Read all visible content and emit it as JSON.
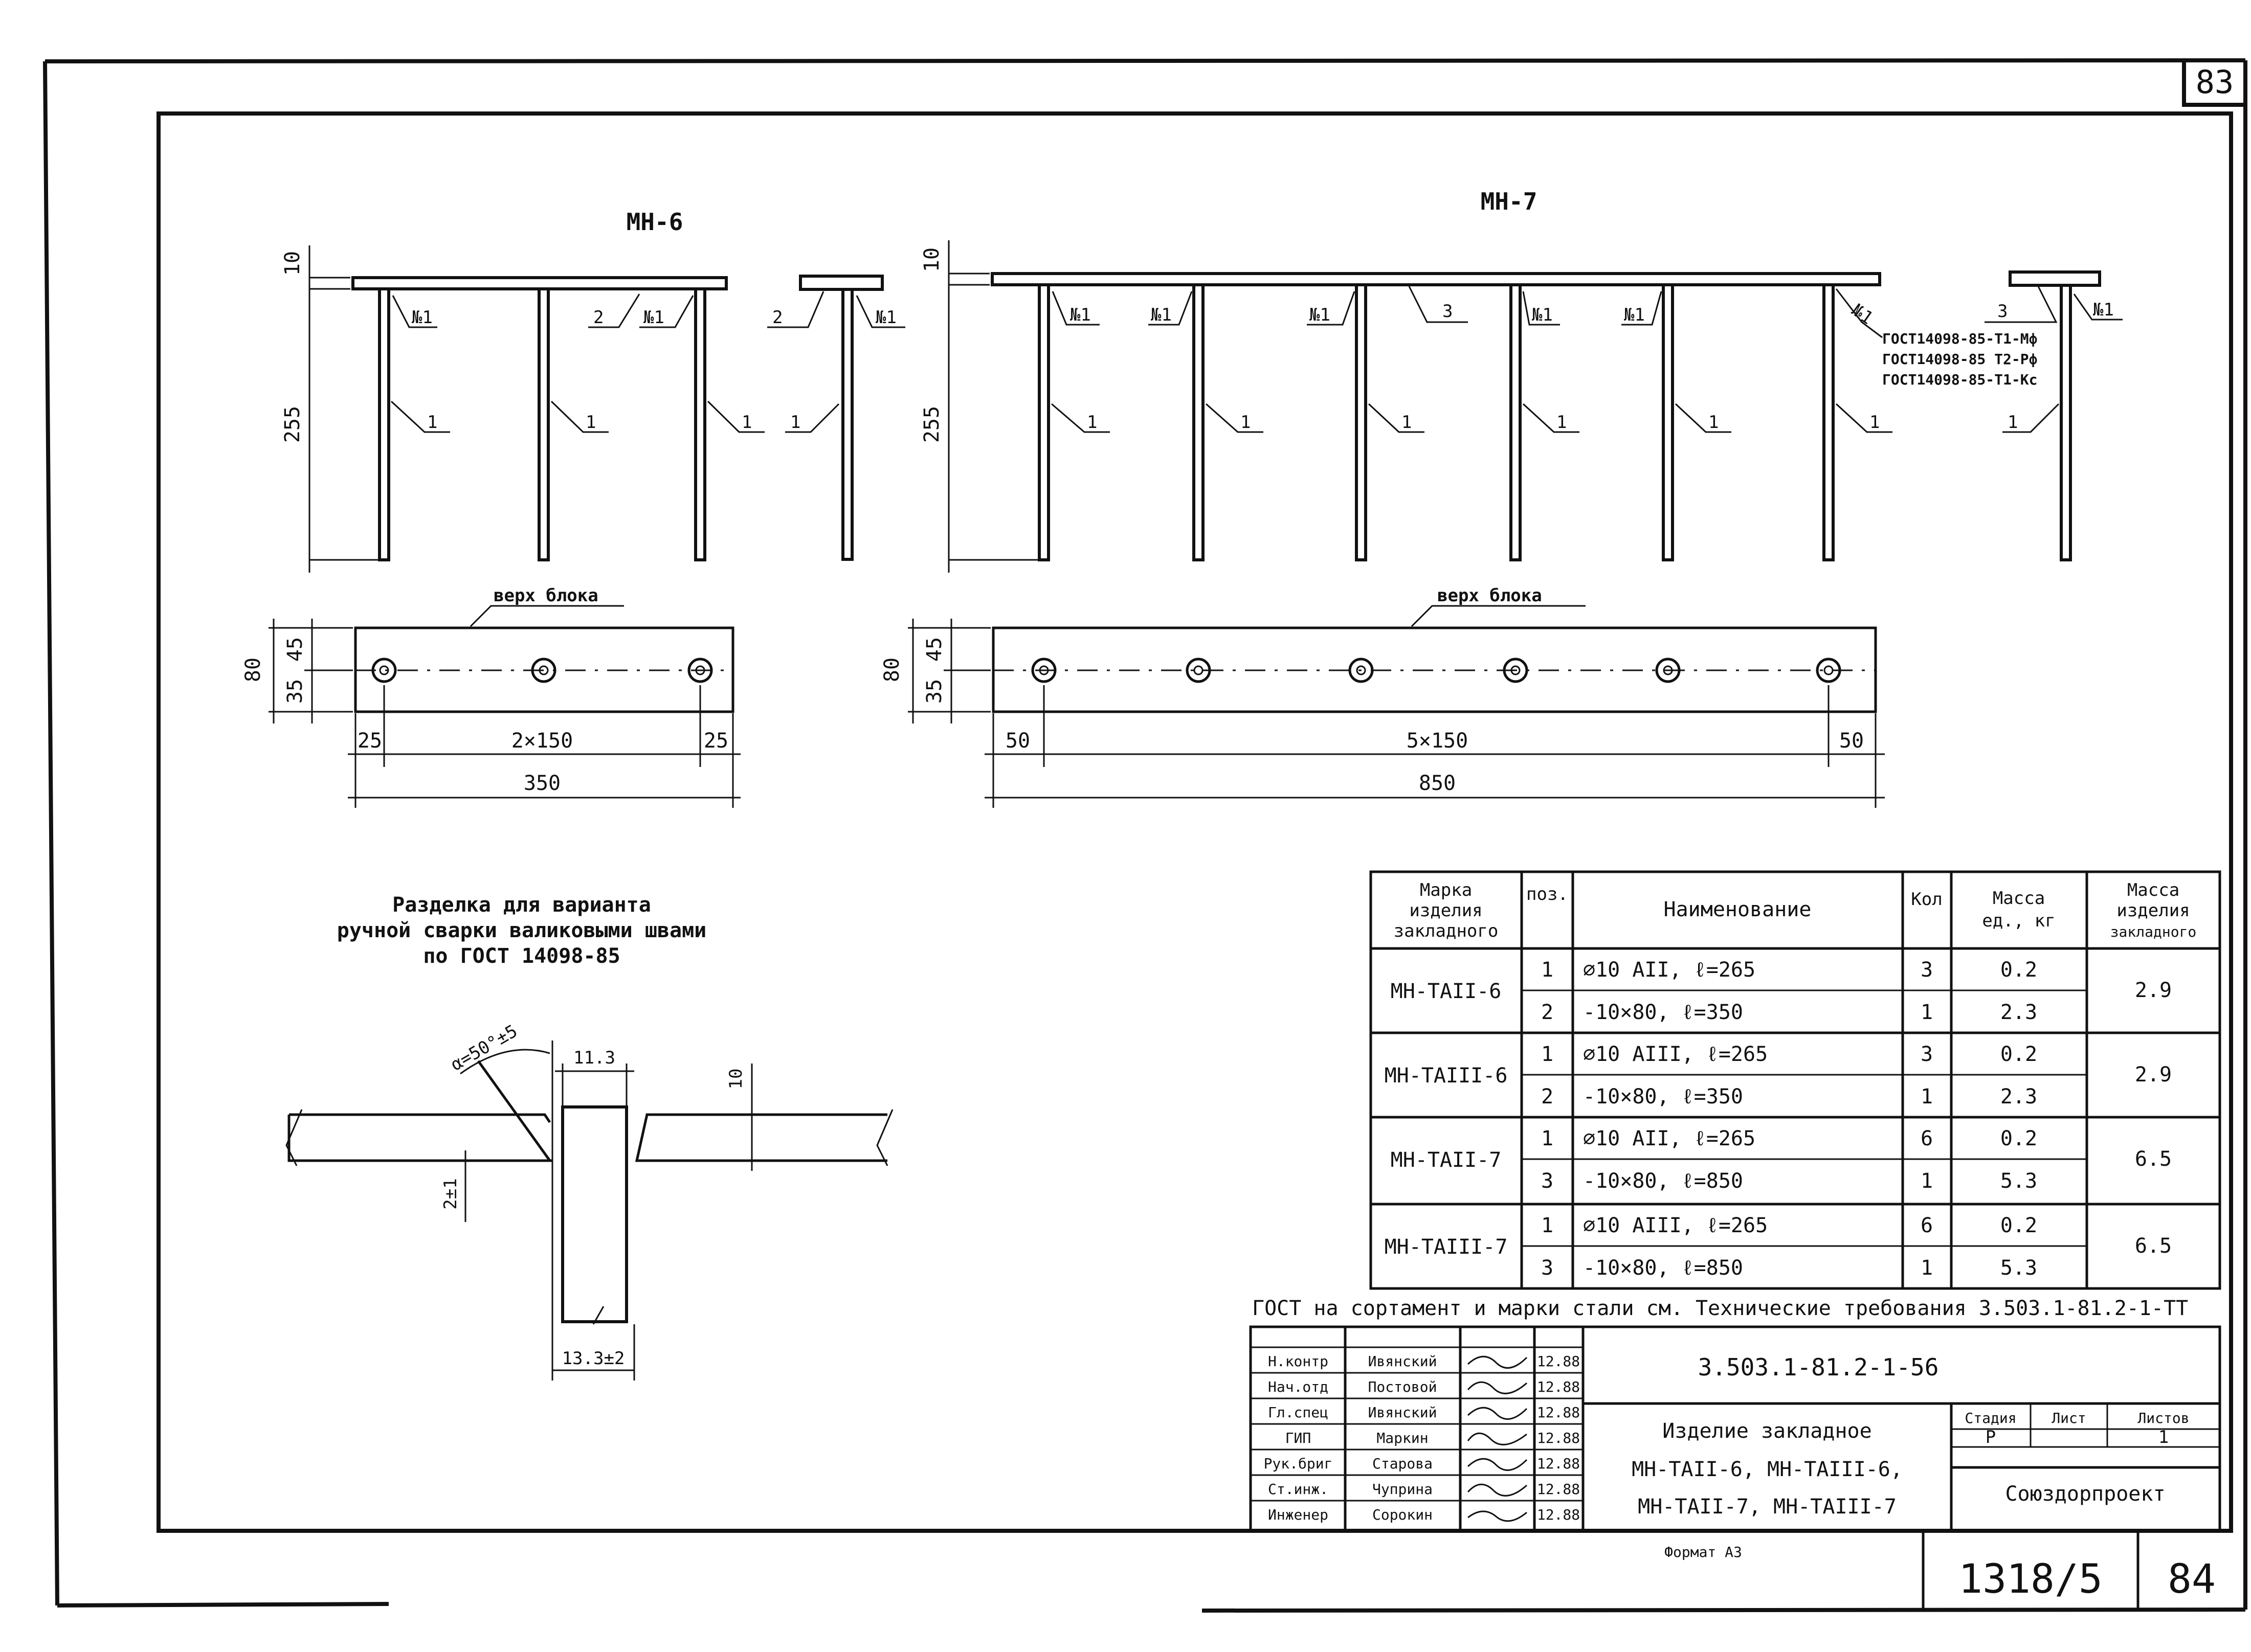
{
  "sheet": {
    "corner_number": "83",
    "format": "Формат А3",
    "album_number": "1318/5",
    "sheet_number": "84"
  },
  "drawing_mn6": {
    "title": "МН-6",
    "dim_plate_thickness": "10",
    "dim_height": "255",
    "label_n1": "№1",
    "label_pos1": "1",
    "label_pos2": "2",
    "plan_caption": "верх блока",
    "dim_total_height": "80",
    "dim_upper": "45",
    "dim_lower": "35",
    "dim_left_edge": "25",
    "dim_spacing": "2×150",
    "dim_right_edge": "25",
    "dim_length": "350"
  },
  "drawing_mn7": {
    "title": "МН-7",
    "dim_plate_thickness": "10",
    "dim_height": "255",
    "label_n1": "№1",
    "label_pos1": "1",
    "label_pos3": "3",
    "gost_notes": [
      "ГОСТ14098-85-Т1-Мф",
      "ГОСТ14098-85 Т2-Рф",
      "ГОСТ14098-85-Т1-Кс"
    ],
    "plan_caption": "верх блока",
    "dim_total_height": "80",
    "dim_upper": "45",
    "dim_lower": "35",
    "dim_left_edge": "50",
    "dim_spacing": "5×150",
    "dim_right_edge": "50",
    "dim_length": "850"
  },
  "weld_detail": {
    "title_lines": [
      "Разделка для варианта",
      "ручной сварки валиковыми швами",
      "по ГОСТ 14098-85"
    ],
    "dim_angle": "α=50°±5",
    "dim_width": "11.3",
    "dim_thickness": "10",
    "dim_gap": "2±1",
    "dim_bottom": "13.3±2"
  },
  "spec_table": {
    "headers": {
      "mark": [
        "Марка",
        "изделия",
        "закладного"
      ],
      "pos": "поз.",
      "name": "Наименование",
      "qty": "Кол",
      "mass_unit": [
        "Масса",
        "ед., кг"
      ],
      "mass_item": [
        "Масса",
        "изделия",
        "закладного"
      ]
    },
    "groups": [
      {
        "mark": "МН-ТАII-6",
        "mass": "2.9",
        "rows": [
          {
            "pos": "1",
            "name": "∅10 АII, ℓ=265",
            "qty": "3",
            "mass_unit": "0.2"
          },
          {
            "pos": "2",
            "name": "-10×80, ℓ=350",
            "qty": "1",
            "mass_unit": "2.3"
          }
        ]
      },
      {
        "mark": "МН-ТАIII-6",
        "mass": "2.9",
        "rows": [
          {
            "pos": "1",
            "name": "∅10 АIII, ℓ=265",
            "qty": "3",
            "mass_unit": "0.2"
          },
          {
            "pos": "2",
            "name": "-10×80, ℓ=350",
            "qty": "1",
            "mass_unit": "2.3"
          }
        ]
      },
      {
        "mark": "МН-ТАII-7",
        "mass": "6.5",
        "rows": [
          {
            "pos": "1",
            "name": "∅10 АII, ℓ=265",
            "qty": "6",
            "mass_unit": "0.2"
          },
          {
            "pos": "3",
            "name": "-10×80, ℓ=850",
            "qty": "1",
            "mass_unit": "5.3"
          }
        ]
      },
      {
        "mark": "МН-ТАIII-7",
        "mass": "6.5",
        "rows": [
          {
            "pos": "1",
            "name": "∅10 АIII, ℓ=265",
            "qty": "6",
            "mass_unit": "0.2"
          },
          {
            "pos": "3",
            "name": "-10×80, ℓ=850",
            "qty": "1",
            "mass_unit": "5.3"
          }
        ]
      }
    ],
    "note": "ГОСТ на сортамент и марки стали см. Технические требования 3.503.1-81.2-1-ТТ"
  },
  "title_block": {
    "doc_code": "3.503.1-81.2-1-56",
    "signatures": [
      {
        "role": "Н.контр",
        "name": "Ивянский",
        "date": "12.88"
      },
      {
        "role": "Нач.отд",
        "name": "Постовой",
        "date": "12.88"
      },
      {
        "role": "Гл.спец",
        "name": "Ивянский",
        "date": "12.88"
      },
      {
        "role": "ГИП",
        "name": "Маркин",
        "date": "12.88"
      },
      {
        "role": "Рук.бриг",
        "name": "Старова",
        "date": "12.88"
      },
      {
        "role": "Ст.инж.",
        "name": "Чуприна",
        "date": "12.88"
      },
      {
        "role": "Инженер",
        "name": "Сорокин",
        "date": "12.88"
      }
    ],
    "doc_title_lines": [
      "Изделие закладное",
      "МН-ТАII-6, МН-ТАIII-6,",
      "МН-ТАII-7, МН-ТАIII-7"
    ],
    "stage_header": "Стадия",
    "sheet_header": "Лист",
    "sheets_header": "Листов",
    "stage": "Р",
    "sheet": "",
    "sheets": "1",
    "organization": "Союздорпроект"
  }
}
